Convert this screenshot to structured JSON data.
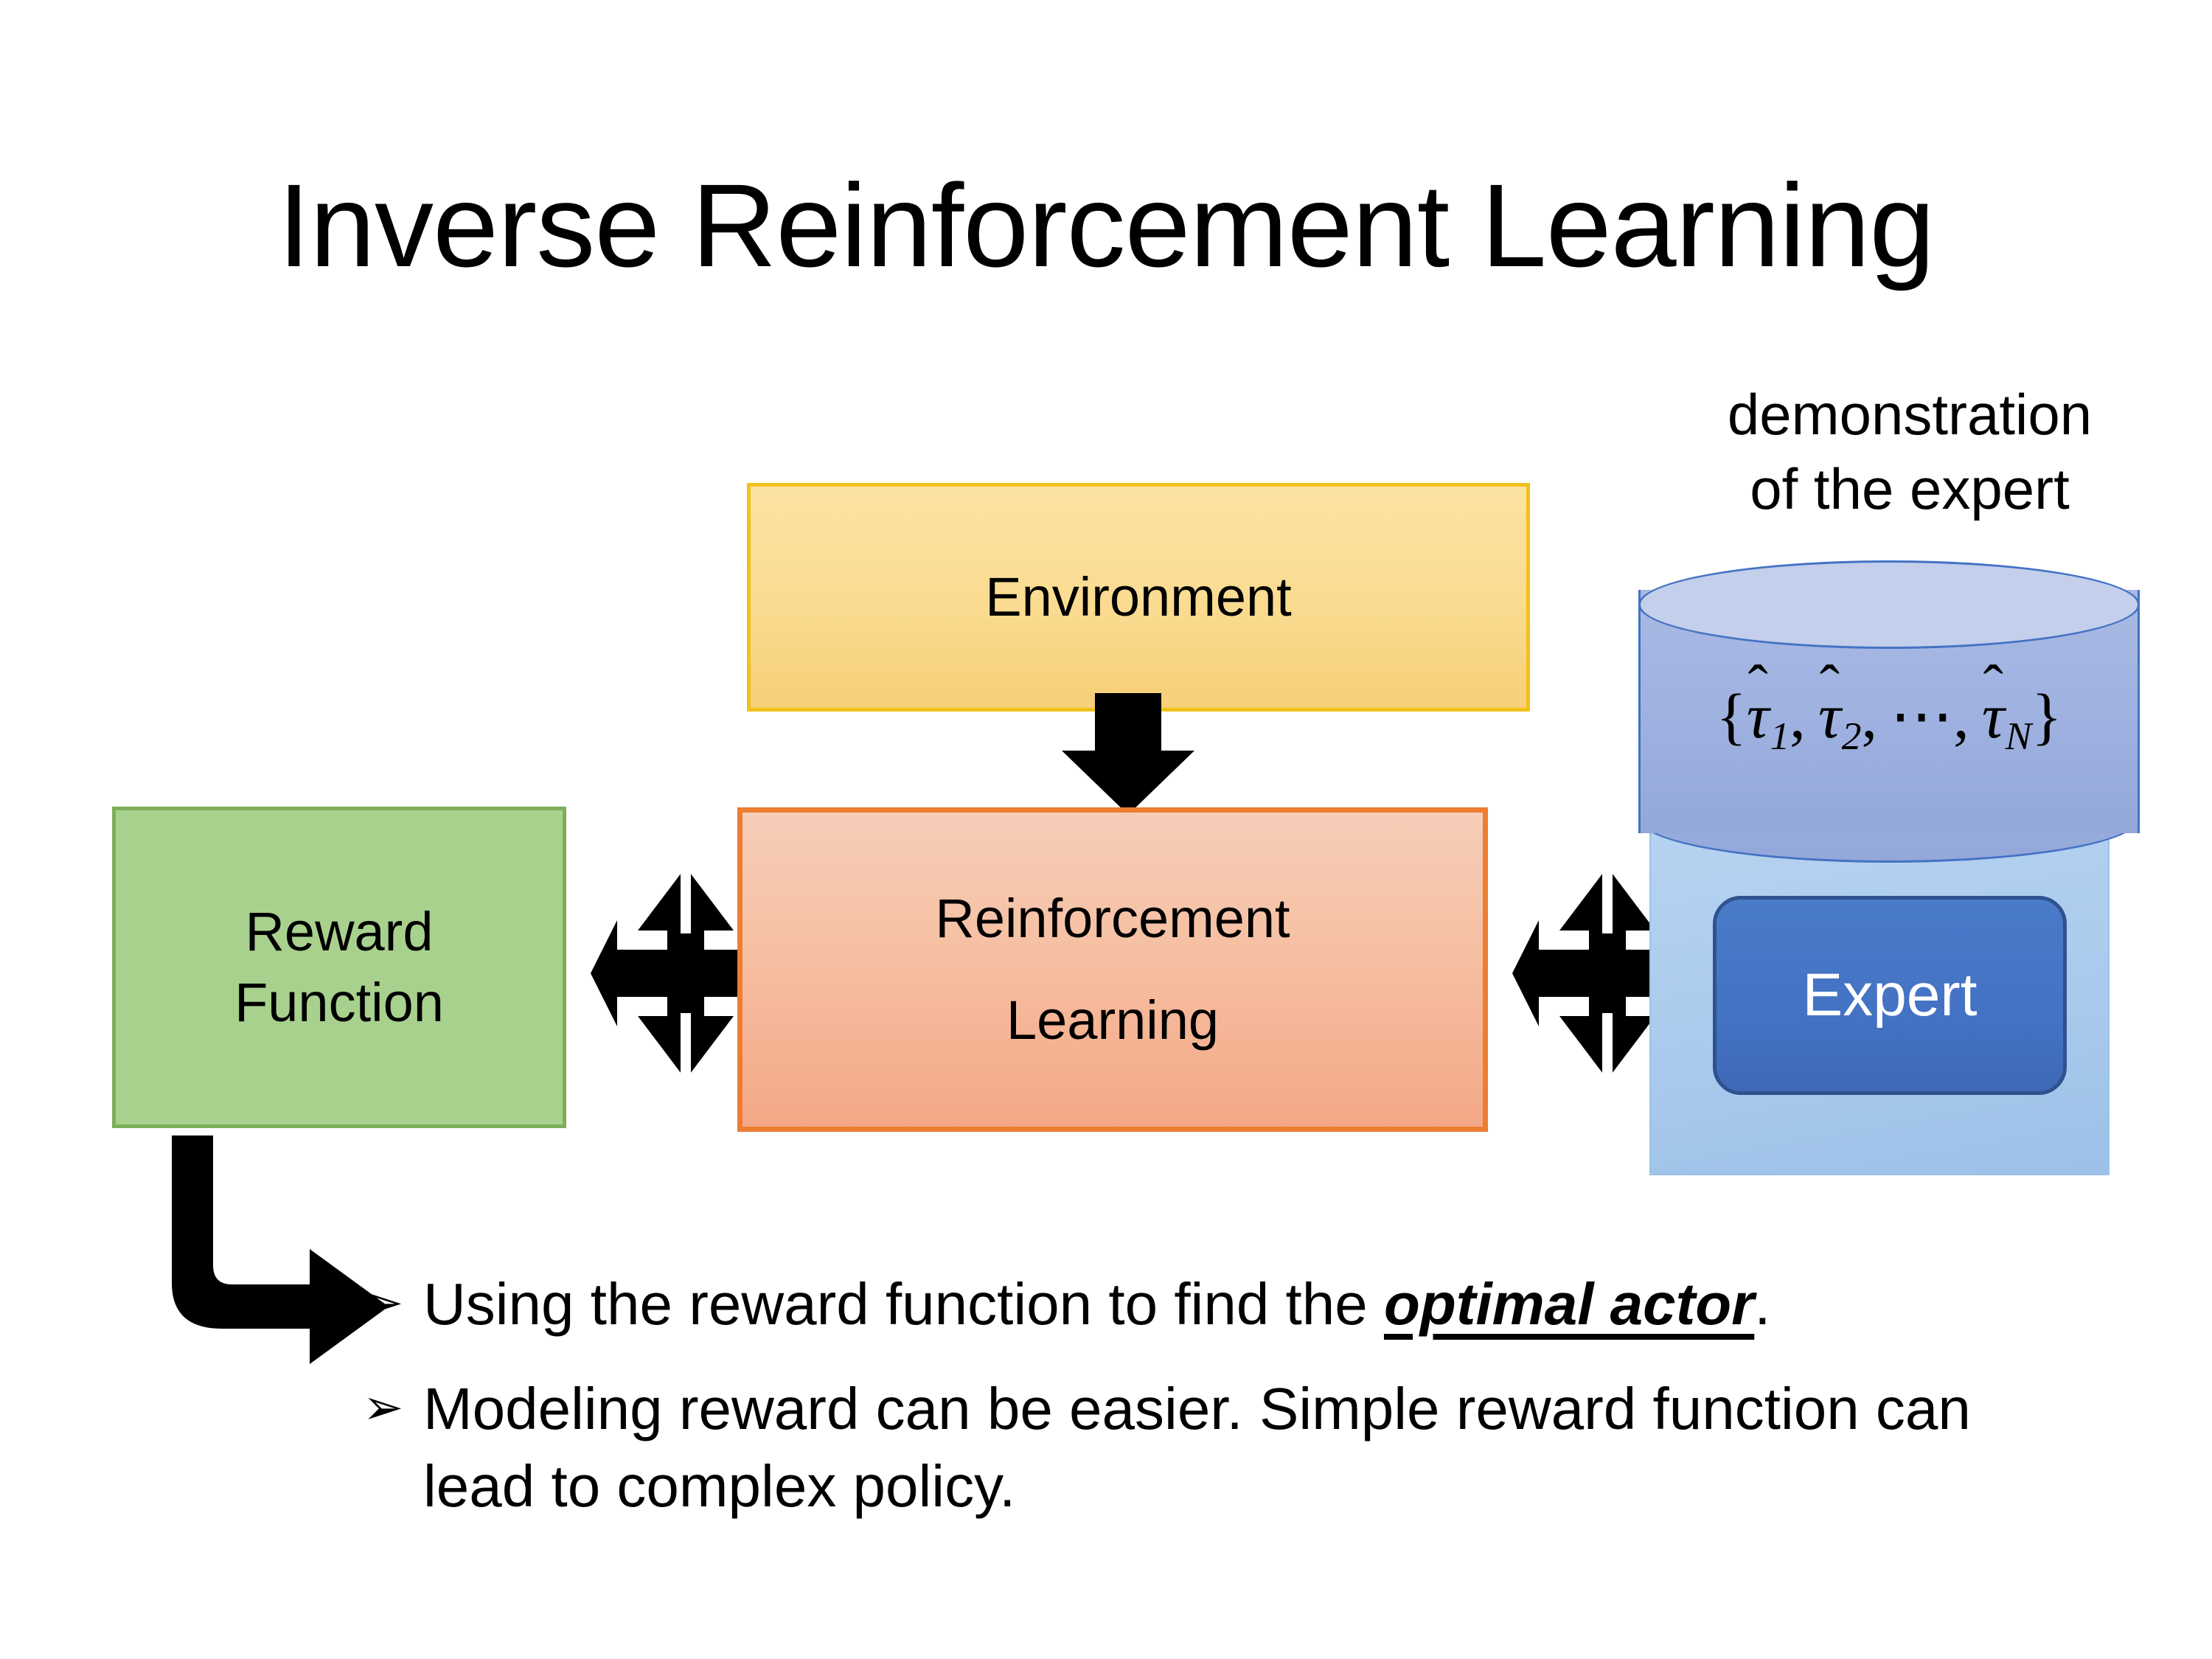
{
  "slide": {
    "title": "Inverse Reinforcement Learning"
  },
  "diagram": {
    "environment_box": {
      "label": "Environment",
      "fill": "#FAD97F",
      "border": "#F2C119"
    },
    "rl_box": {
      "label_line1": "Reinforcement",
      "label_line2": "Learning",
      "fill": "#F6C1A4",
      "border": "#ED7D31"
    },
    "reward_box": {
      "label_line1": "Reward",
      "label_line2": "Function",
      "fill": "#A9D18E",
      "border": "#7CAF58"
    },
    "demo_caption": {
      "line1": "demonstration",
      "line2": "of the expert"
    },
    "cylinder": {
      "open_brace": "{",
      "tau_symbol": "τ",
      "hat_symbol": "̂",
      "item1_sub": "1",
      "item2_sub": "2",
      "ellipsis": "⋯",
      "comma": ",",
      "itemN_sub": "N",
      "close_brace": "}",
      "full_label": "{τ̂1, τ̂2, ⋯, τ̂N}",
      "fill_top": "#C3CFEB",
      "fill_body": "#9FB2E0",
      "border": "#4472C4"
    },
    "expert_backing": {
      "fill": "#A9CAED"
    },
    "expert_box": {
      "label": "Expert",
      "fill": "#4472C4",
      "border": "#2F528F",
      "text_color": "#FFFFFF"
    },
    "arrows": {
      "env_to_rl": "down-arrow-icon",
      "reward_to_rl": "four-way-arrow-icon",
      "rl_to_expert": "four-way-arrow-icon",
      "reward_to_bullets": "bent-arrow-icon",
      "color": "#000000"
    }
  },
  "bullets": {
    "marker": "➢",
    "items": [
      {
        "prefix": "Using the reward function to find the ",
        "emphasis": "optimal actor",
        "suffix": "."
      },
      {
        "prefix": "Modeling reward can be easier. Simple reward function can lead to complex policy.",
        "emphasis": "",
        "suffix": ""
      }
    ]
  }
}
